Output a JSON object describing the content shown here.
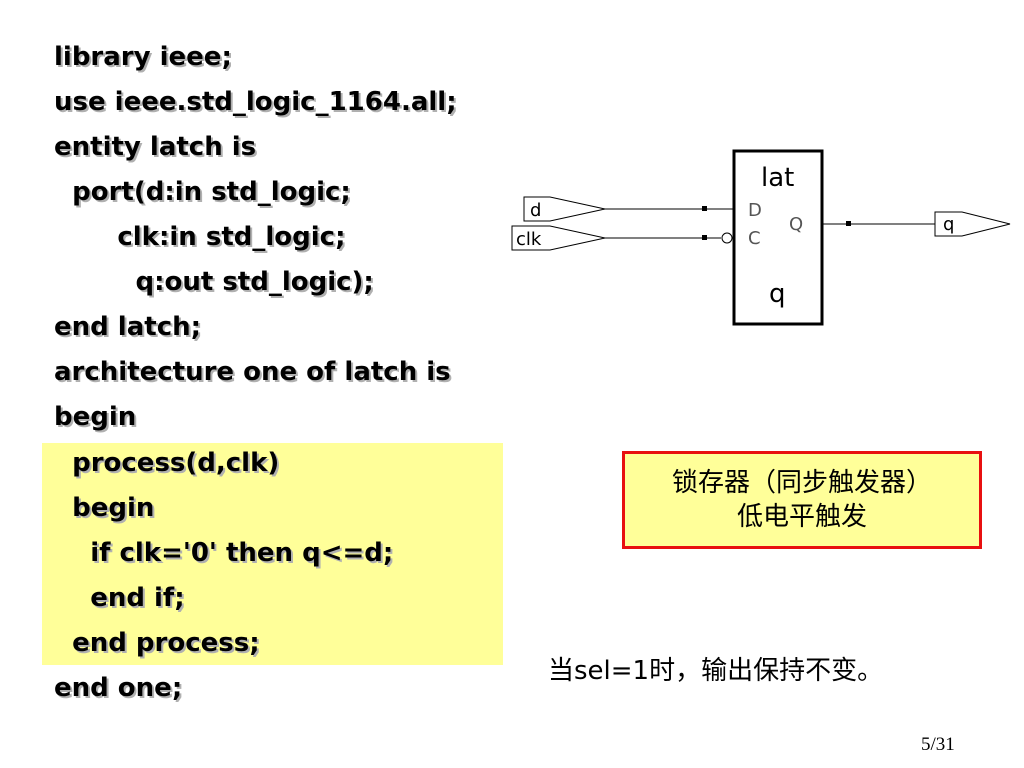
{
  "code": {
    "lines": [
      "library ieee;",
      "use ieee.std_logic_1164.all;",
      "entity latch is",
      "  port(d:in std_logic;",
      "       clk:in std_logic;",
      "         q:out std_logic);",
      "end latch;",
      "architecture one of latch is",
      "begin",
      "  process(d,clk)",
      "  begin",
      "    if clk='0' then q<=d;",
      "    end if;",
      "  end process;",
      "end one;"
    ]
  },
  "diagram": {
    "block_title": "lat",
    "block_name": "q",
    "pin_d": "D",
    "pin_c": "C",
    "pin_q": "Q",
    "input_d": "d",
    "input_clk": "clk",
    "output_q": "q"
  },
  "note_box": {
    "line1": "锁存器（同步触发器）",
    "line2": "低电平触发",
    "border_color": "#e81010",
    "fill_color": "#ffff99"
  },
  "note2": "当sel=1时，输出保持不变。",
  "page_number": "5/31"
}
